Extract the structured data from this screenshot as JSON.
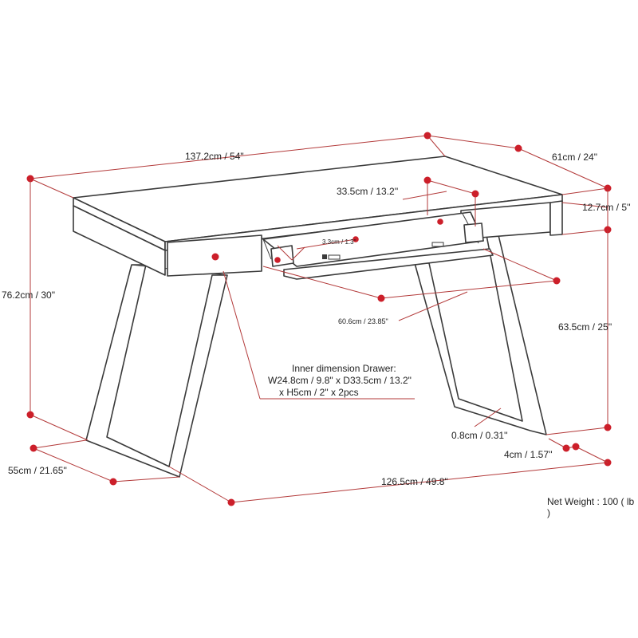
{
  "dimensions": {
    "top_length": "137.2cm / 54\"",
    "top_depth": "61cm / 24\"",
    "drawer_depth": "33.5cm / 13.2''",
    "apron_height": "12.7cm / 5''",
    "total_height": "76.2cm / 30\"",
    "clearance_height": "63.5cm / 25''",
    "slide_depth": "3.3cm / 1.3\"",
    "pullout_width": "60.6cm / 23.85\"",
    "leg_thickness": "0.8cm / 0.31''",
    "leg_width": "4cm / 1.57''",
    "base_depth": "55cm / 21.65''",
    "base_length": "126.5cm / 49.8\""
  },
  "inner_drawer": {
    "line1": "Inner dimension Drawer:",
    "line2": "W24.8cm / 9.8\" x D33.5cm / 13.2\"",
    "line3": "x H5cm / 2\" x 2pcs"
  },
  "net_weight": "Net Weight : 100 ( lb )",
  "colors": {
    "dimension_line": "#b33a3a",
    "dimension_dot": "#cc1f2a",
    "outline": "#3a3a3a"
  }
}
